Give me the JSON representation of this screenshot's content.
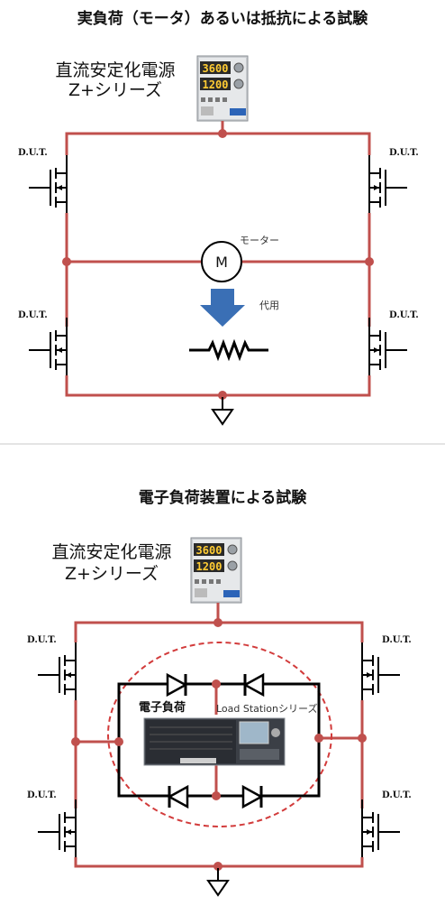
{
  "section1": {
    "title": "実負荷（モータ）あるいは抵抗による試験",
    "psu_label_line1": "直流安定化電源",
    "psu_label_line2": "Z+シリーズ",
    "psu_display_top": "3600",
    "psu_display_bottom": "1200",
    "dut_labels": [
      "D.U.T.",
      "D.U.T.",
      "D.U.T.",
      "D.U.T."
    ],
    "motor_symbol": "M",
    "motor_label": "モーター",
    "substitute_label": "代用"
  },
  "section2": {
    "title": "電子負荷装置による試験",
    "psu_label_line1": "直流安定化電源",
    "psu_label_line2": "Z+シリーズ",
    "psu_display_top": "3600",
    "psu_display_bottom": "1200",
    "dut_labels": [
      "D.U.T.",
      "D.U.T.",
      "D.U.T.",
      "D.U.T."
    ],
    "load_label": "電子負荷",
    "series_label": "Load Stationシリーズ"
  },
  "colors": {
    "wire": "#c0504d",
    "arrow": "#3a6fb5",
    "dashed_circle": "#d23b3b"
  },
  "icons": [
    "power-supply-icon",
    "mosfet-icon",
    "motor-icon",
    "resistor-icon",
    "ground-icon",
    "diode-icon",
    "electronic-load-icon",
    "down-arrow-icon"
  ]
}
